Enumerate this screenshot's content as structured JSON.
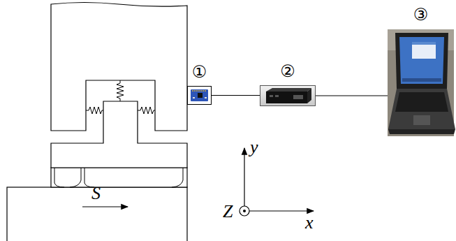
{
  "diagram": {
    "nodes": [
      {
        "text": [
          "①"
        ]
      },
      {
        "text": [
          "②"
        ]
      },
      {
        "text": [
          "③"
        ]
      }
    ],
    "edges": [
      {
        "from": 0,
        "to": 1,
        "arrow": "none"
      },
      {
        "from": 1,
        "to": 2,
        "arrow": "none"
      }
    ],
    "labels": [
      "S",
      "y",
      "x",
      "Z"
    ]
  }
}
